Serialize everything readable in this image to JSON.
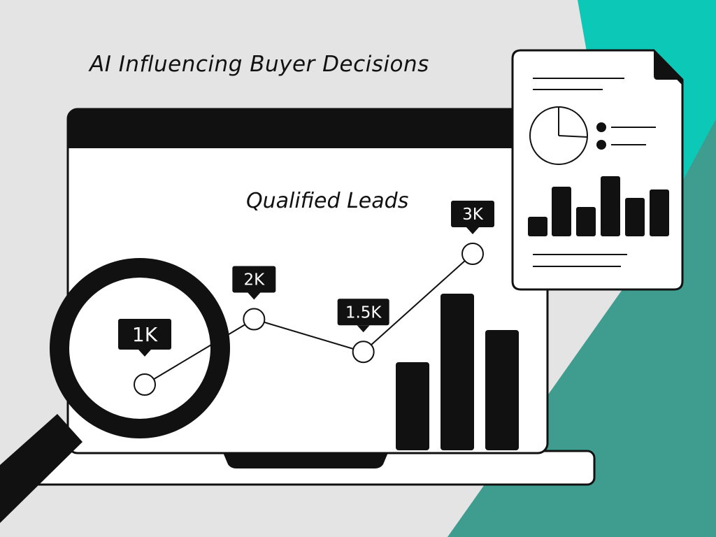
{
  "headline": "AI Influencing Buyer Decisions",
  "chart_data": {
    "type": "line",
    "title": "Qualified Leads",
    "x": [
      1,
      2,
      3,
      4
    ],
    "values": [
      1000,
      2000,
      1500,
      3000
    ],
    "labels": [
      "1K",
      "2K",
      "1.5K",
      "3K"
    ],
    "xlabel": "",
    "ylabel": "",
    "grid": false
  },
  "colors": {
    "background": "#e4e4e4",
    "accent_teal": "#0cc9b7",
    "accent_dark_teal": "#3f9d90",
    "ink": "#111111",
    "paper": "#ffffff"
  },
  "icons": [
    "magnifying-glass-icon",
    "report-document-icon",
    "pie-chart-icon",
    "laptop-icon"
  ]
}
